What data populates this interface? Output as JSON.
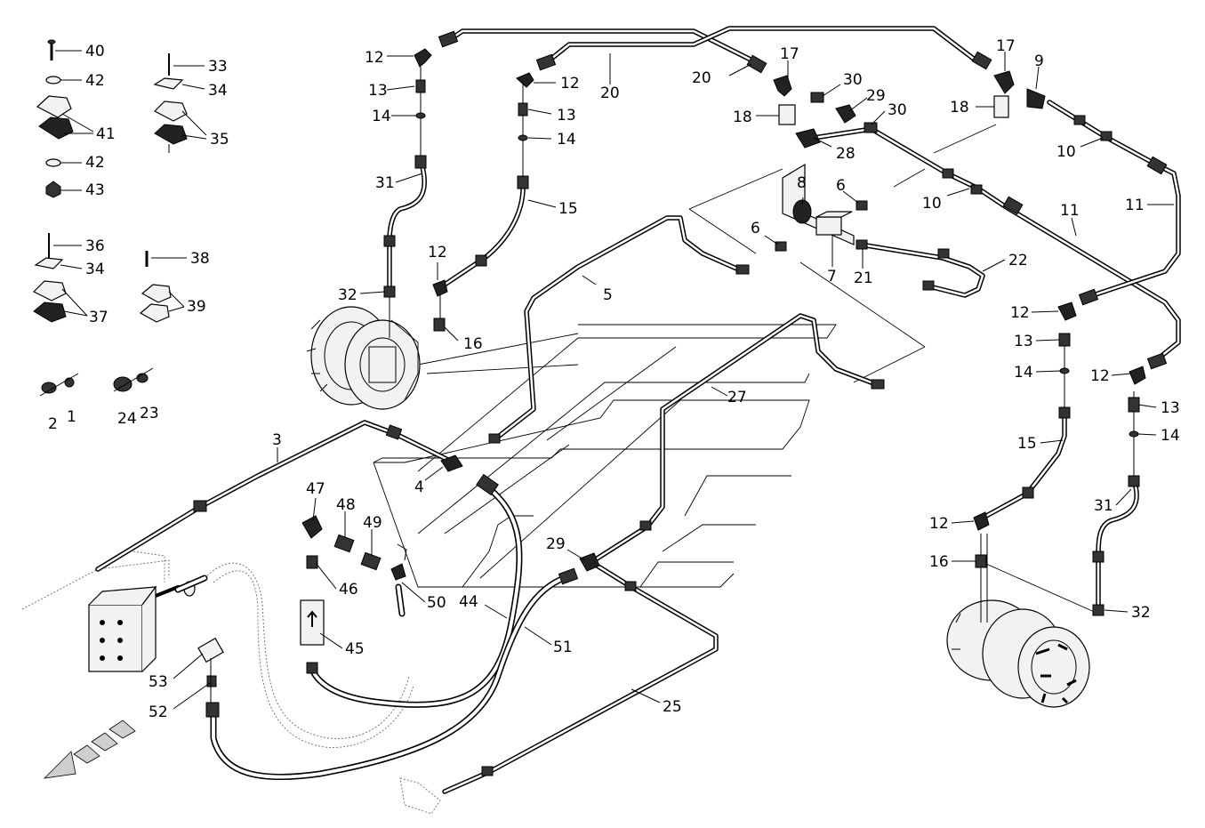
{
  "diagram": {
    "callouts": [
      {
        "id": "c40",
        "text": "40"
      },
      {
        "id": "c42a",
        "text": "42"
      },
      {
        "id": "c41",
        "text": "41"
      },
      {
        "id": "c42b",
        "text": "42"
      },
      {
        "id": "c43",
        "text": "43"
      },
      {
        "id": "c33",
        "text": "33"
      },
      {
        "id": "c34a",
        "text": "34"
      },
      {
        "id": "c35",
        "text": "35"
      },
      {
        "id": "c36",
        "text": "36"
      },
      {
        "id": "c34b",
        "text": "34"
      },
      {
        "id": "c37",
        "text": "37"
      },
      {
        "id": "c38",
        "text": "38"
      },
      {
        "id": "c39",
        "text": "39"
      },
      {
        "id": "c2",
        "text": "2"
      },
      {
        "id": "c1",
        "text": "1"
      },
      {
        "id": "c24",
        "text": "24"
      },
      {
        "id": "c23",
        "text": "23"
      },
      {
        "id": "c12a",
        "text": "12"
      },
      {
        "id": "c13a",
        "text": "13"
      },
      {
        "id": "c14a",
        "text": "14"
      },
      {
        "id": "c31a",
        "text": "31"
      },
      {
        "id": "c32a",
        "text": "32"
      },
      {
        "id": "c12b",
        "text": "12"
      },
      {
        "id": "c13b",
        "text": "13"
      },
      {
        "id": "c14b",
        "text": "14"
      },
      {
        "id": "c15a",
        "text": "15"
      },
      {
        "id": "c12c",
        "text": "12"
      },
      {
        "id": "c16a",
        "text": "16"
      },
      {
        "id": "c20a",
        "text": "20"
      },
      {
        "id": "c20b",
        "text": "20"
      },
      {
        "id": "c17a",
        "text": "17"
      },
      {
        "id": "c18a",
        "text": "18"
      },
      {
        "id": "c30a",
        "text": "30"
      },
      {
        "id": "c29a",
        "text": "29"
      },
      {
        "id": "c30b",
        "text": "30"
      },
      {
        "id": "c28",
        "text": "28"
      },
      {
        "id": "c17b",
        "text": "17"
      },
      {
        "id": "c9",
        "text": "9"
      },
      {
        "id": "c18b",
        "text": "18"
      },
      {
        "id": "c10a",
        "text": "10"
      },
      {
        "id": "c10b",
        "text": "10"
      },
      {
        "id": "c8",
        "text": "8"
      },
      {
        "id": "c6a",
        "text": "6"
      },
      {
        "id": "c6b",
        "text": "6"
      },
      {
        "id": "c7",
        "text": "7"
      },
      {
        "id": "c21",
        "text": "21"
      },
      {
        "id": "c11a",
        "text": "11"
      },
      {
        "id": "c11b",
        "text": "11"
      },
      {
        "id": "c22",
        "text": "22"
      },
      {
        "id": "c5",
        "text": "5"
      },
      {
        "id": "c12d",
        "text": "12"
      },
      {
        "id": "c13c",
        "text": "13"
      },
      {
        "id": "c14c",
        "text": "14"
      },
      {
        "id": "c15b",
        "text": "15"
      },
      {
        "id": "c12e",
        "text": "12"
      },
      {
        "id": "c16b",
        "text": "16"
      },
      {
        "id": "c12f",
        "text": "12"
      },
      {
        "id": "c13d",
        "text": "13"
      },
      {
        "id": "c14d",
        "text": "14"
      },
      {
        "id": "c31b",
        "text": "31"
      },
      {
        "id": "c32b",
        "text": "32"
      },
      {
        "id": "c27",
        "text": "27"
      },
      {
        "id": "c3",
        "text": "3"
      },
      {
        "id": "c4",
        "text": "4"
      },
      {
        "id": "c47",
        "text": "47"
      },
      {
        "id": "c48",
        "text": "48"
      },
      {
        "id": "c49",
        "text": "49"
      },
      {
        "id": "c46",
        "text": "46"
      },
      {
        "id": "c50",
        "text": "50"
      },
      {
        "id": "c45",
        "text": "45"
      },
      {
        "id": "c44",
        "text": "44"
      },
      {
        "id": "c51",
        "text": "51"
      },
      {
        "id": "c29b",
        "text": "29"
      },
      {
        "id": "c25",
        "text": "25"
      },
      {
        "id": "c53",
        "text": "53"
      },
      {
        "id": "c52",
        "text": "52"
      }
    ]
  }
}
